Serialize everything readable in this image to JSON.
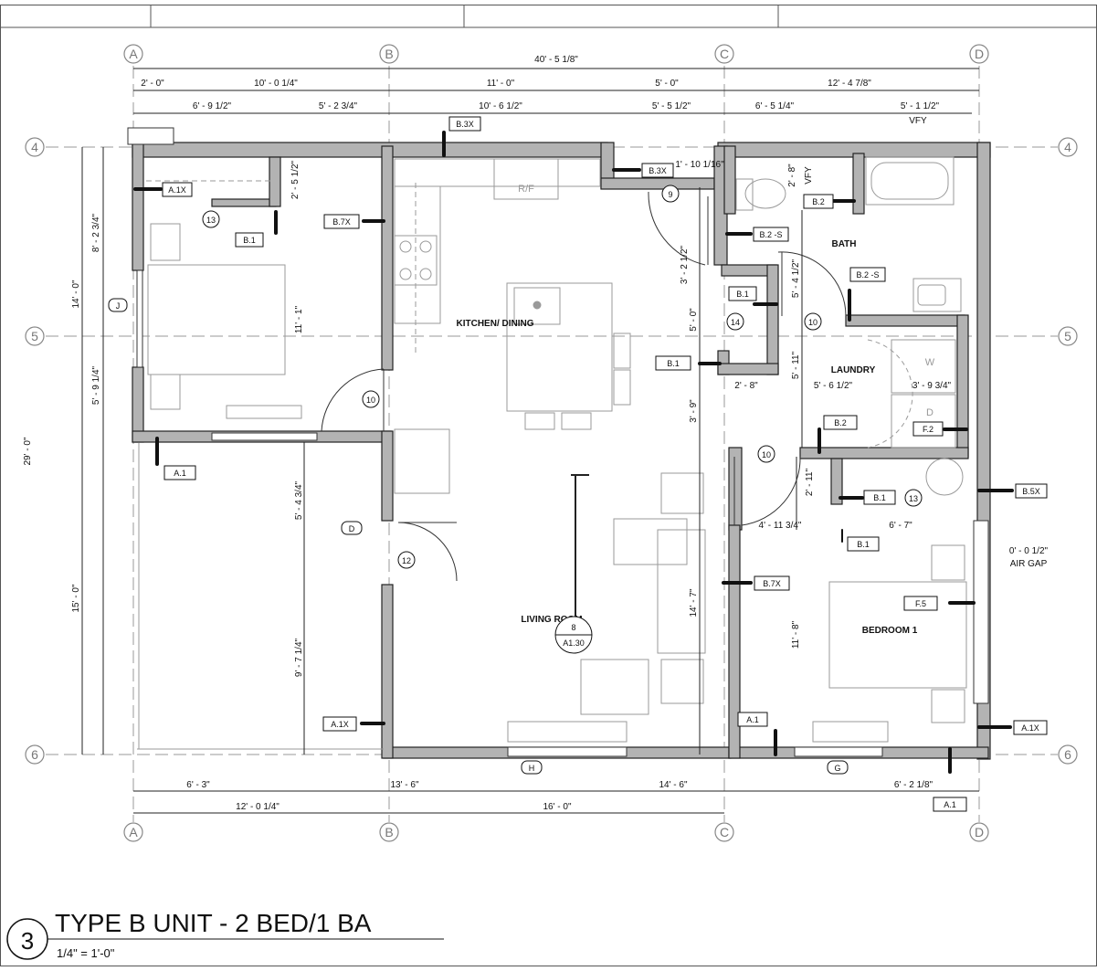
{
  "title": {
    "number": "3",
    "text": "TYPE B UNIT - 2 BED/1 BA",
    "scale": "1/4\" = 1'-0\""
  },
  "grid": {
    "columns": [
      "A",
      "B",
      "C",
      "D"
    ],
    "rows": [
      "4",
      "5",
      "6"
    ]
  },
  "rooms": {
    "kitchen": "KITCHEN/ DINING",
    "bath": "BATH",
    "laundry": "LAUNDRY",
    "living": "LIVING ROOM",
    "bedroom1": "BEDROOM 1"
  },
  "fixtures": {
    "rf": "R/F",
    "w": "W",
    "d": "D"
  },
  "dimensions": {
    "overall_top": "40' - 5 1/8\"",
    "top_row1": [
      "2' - 0\"",
      "10' - 0 1/4\"",
      "11' - 0\"",
      "5' - 0\"",
      "12' - 4 7/8\""
    ],
    "top_row2": [
      "6' - 9 1/2\"",
      "5' - 2 3/4\"",
      "10' - 6 1/2\"",
      "5' - 5 1/2\"",
      "6' - 5 1/4\"",
      "5' - 1 1/2\""
    ],
    "vfy_top": "VFY",
    "left_overall": "29' - 0\"",
    "left_outer": [
      "14' - 0\"",
      "15' - 0\""
    ],
    "left_inner": [
      "8' - 2 3/4\"",
      "5' - 9 1/4\""
    ],
    "bottom_row1": [
      "6' - 3\"",
      "13' - 6\"",
      "14' - 6\"",
      "6' - 2 1/8\""
    ],
    "bottom_row2": [
      "12' - 0 1/4\"",
      "16' - 0\""
    ],
    "interior": {
      "d1": "2' - 5 1/2\"",
      "d2": "11' - 1\"",
      "d3": "1' - 10 1/16\"",
      "d4": "2' - 8\"",
      "vfy": "VFY",
      "d5": "3' - 2 1/2\"",
      "d6": "5' - 4 1/2\"",
      "d7": "5' - 0\"",
      "d8": "5' - 11\"",
      "d9": "2' - 8\"",
      "d10": "5' - 6 1/2\"",
      "d11": "3' - 9 3/4\"",
      "d12": "3' - 9\"",
      "d13": "2' - 11\"",
      "d14": "4' - 11 3/4\"",
      "d15": "6' - 7\"",
      "d16": "5' - 4 3/4\"",
      "d17": "9' - 7 1/4\"",
      "d18": "14' - 7\"",
      "d19": "11' - 8\"",
      "air_gap_dim": "0' - 0 1/2\"",
      "air_gap": "AIR GAP"
    }
  },
  "wall_tags": [
    "B.3X",
    "B.3X",
    "A.1X",
    "B.1",
    "B.7X",
    "B.2",
    "B.2 -S",
    "B.2 -S",
    "B.1",
    "B.1",
    "B.2",
    "F.2",
    "B.1",
    "B.5X",
    "B.1",
    "B.7X",
    "F.5",
    "A.1",
    "A.1X",
    "A.1X",
    "A.1",
    "A.1"
  ],
  "door_tags": [
    "13",
    "9",
    "14",
    "10",
    "10",
    "10",
    "13",
    "12"
  ],
  "elevation_tags": [
    "J",
    "D",
    "H",
    "G"
  ],
  "section_callout": {
    "number": "8",
    "sheet": "A1.30"
  }
}
